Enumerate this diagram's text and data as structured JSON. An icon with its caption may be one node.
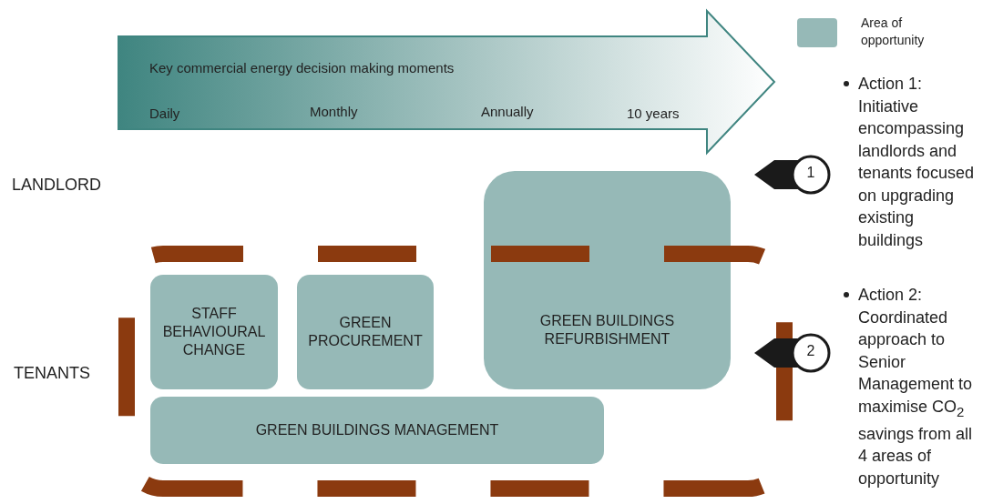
{
  "diagram": {
    "nodes": [
      {
        "text": [
          "Key commercial energy decision making moments",
          "Daily",
          "Monthly",
          "Annually",
          "10 years"
        ]
      },
      {
        "text": [],
        "shape": "box"
      },
      {
        "text": [
          "STAFF BEHAVIOURAL CHANGE"
        ],
        "in": 1
      },
      {
        "text": [
          "GREEN PROCUREMENT"
        ],
        "in": 1
      },
      {
        "text": [
          "GREEN BUILDINGS REFURBISHMENT"
        ]
      },
      {
        "text": [
          "GREEN BUILDINGS MANAGEMENT"
        ],
        "in": 1
      },
      {
        "text": [
          "1"
        ]
      },
      {
        "text": [
          "2"
        ]
      }
    ],
    "edges": [],
    "labels": [
      "LANDLORD",
      "TENANTS",
      "Action 1: Initiative encompassing landlords and tenants focused on upgrading existing buildings",
      "Action 2: Coordinated approach to Senior Management to maximise CO$_{2}$ savings from all 4 areas of opportunity"
    ],
    "legend": [
      {
        "text": "Area of opportunity",
        "color": "#96b9b7"
      }
    ]
  }
}
